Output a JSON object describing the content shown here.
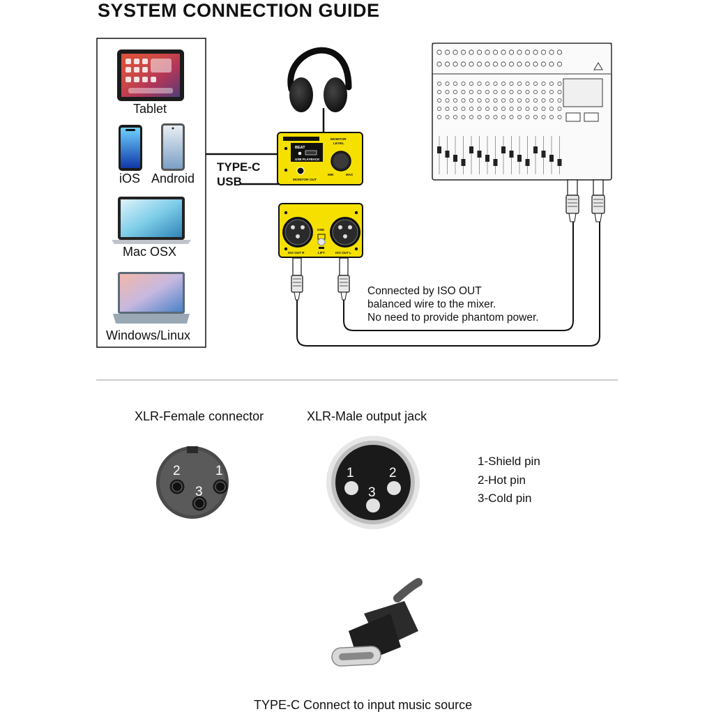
{
  "title": "SYSTEM CONNECTION GUIDE",
  "devices": {
    "tablet": "Tablet",
    "ios": "iOS",
    "android": "Android",
    "mac": "Mac OSX",
    "windows": "Windows/Linux"
  },
  "connection_label": {
    "line1": "TYPE-C",
    "line2": "USB"
  },
  "box1": {
    "beat": "BEAT",
    "usb_playback": "USB PLAYBACK",
    "monitor_level_1": "MONITOR",
    "monitor_level_2": "LEVEL",
    "monitor_out": "MONITOR OUT",
    "min": "MIN",
    "max": "MAX"
  },
  "box2": {
    "iso_out_r": "ISO OUT R",
    "iso_out_l": "ISO OUT L",
    "gnd": "GND",
    "lift": "LIFT"
  },
  "note": {
    "line1": "Connected by ISO OUT",
    "line2": "balanced wire to the mixer.",
    "line3": "No need to provide phantom power."
  },
  "xlr_female": {
    "title": "XLR-Female connector",
    "pin_left": "2",
    "pin_right": "1",
    "pin_bottom": "3"
  },
  "xlr_male": {
    "title": "XLR-Male output jack",
    "pin_left": "1",
    "pin_right": "2",
    "pin_bottom": "3"
  },
  "pin_legend": [
    "1-Shield pin",
    "2-Hot pin",
    "3-Cold pin"
  ],
  "usbc_caption": "TYPE-C Connect to input music source",
  "colors": {
    "device_yellow": "#f5e000",
    "ink": "#111111",
    "divider": "#bbbbbb"
  }
}
